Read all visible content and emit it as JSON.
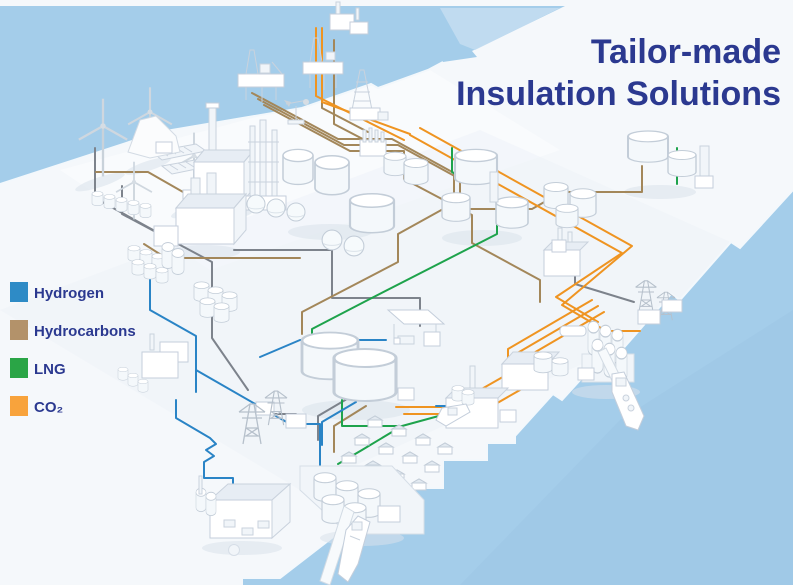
{
  "title": {
    "line1": "Tailor-made",
    "line2": "Insulation Solutions"
  },
  "legend": {
    "items": [
      {
        "label": "Hydrogen",
        "color": "#2e8bc6"
      },
      {
        "label": "Hydrocarbons",
        "color": "#b3926a"
      },
      {
        "label": "LNG",
        "color": "#2aa546"
      },
      {
        "label": "CO₂",
        "color": "#f8a33c"
      }
    ]
  },
  "colors": {
    "water": "#a4cdea",
    "water_highlight": "#c3ddf1",
    "land": "#f5f8fb",
    "title_text": "#2b3990",
    "pipes": {
      "hydrogen": "#2a84c6",
      "hydrocarbons": "#a3875a",
      "lng": "#1ea34c",
      "co2": "#ef9421",
      "electricity": "#7d838c"
    }
  },
  "scene": {
    "elements": [
      "offshore-wind-farm",
      "solar-farm",
      "offshore-oil-platforms",
      "drilling-rig",
      "pump-jack",
      "refinery",
      "storage-tank-farms",
      "power-plant",
      "hydrogen-plant",
      "electrolyzer",
      "power-pylons",
      "substation",
      "lng-storage-tanks",
      "fueling-station",
      "residential-village",
      "warehouse",
      "harbor-piers",
      "tanker-ships",
      "flare-stack"
    ]
  }
}
